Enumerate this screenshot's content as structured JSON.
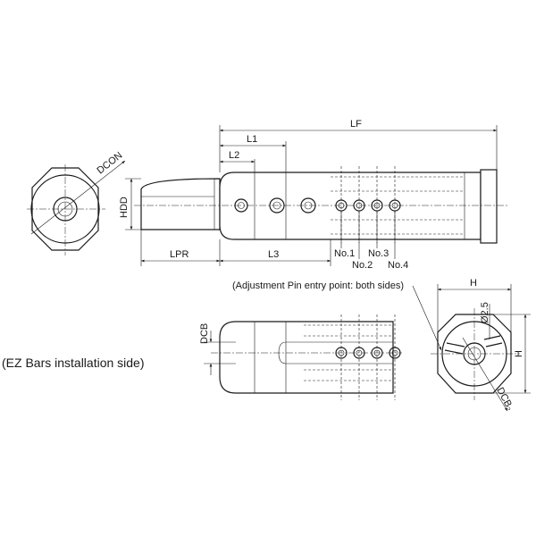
{
  "labels": {
    "lf": "LF",
    "l1": "L1",
    "l2": "L2",
    "l3": "L3",
    "lpr": "LPR",
    "dcon": "DCON",
    "hdd": "HDD",
    "no1": "No.1",
    "no2": "No.2",
    "no3": "No.3",
    "no4": "No.4",
    "adjustment_note": "(Adjustment Pin entry point: both sides)",
    "ez_bars_side": "(EZ Bars installation side)",
    "dcb": "DCB",
    "h_top": "H",
    "h_side": "H",
    "dia_2_5": "Ø2.5",
    "dcb2": "DCB₂"
  }
}
